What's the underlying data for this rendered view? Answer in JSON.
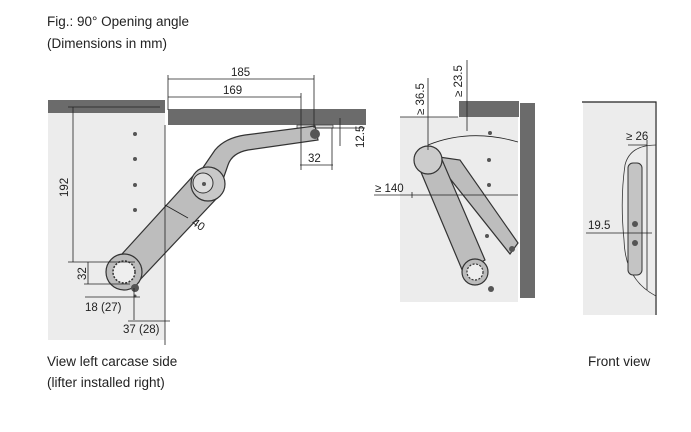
{
  "figure": {
    "title": "Fig.: 90° Opening angle",
    "subtitle": "(Dimensions in mm)"
  },
  "views": {
    "side_label_1": "View left carcase side",
    "side_label_2": "(lifter installed right)",
    "front_label": "Front view"
  },
  "dimensions": {
    "d185": "185",
    "d169": "169",
    "d12_5": "12.5",
    "d32_top": "32",
    "d192": "192",
    "d40": "40",
    "d32_bottom": "32",
    "d18_27": "18 (27)",
    "d37_28": "37 (28)",
    "d36_5": "≥ 36.5",
    "d23_5": "≥ 23.5",
    "d140": "≥ 140",
    "d26": "≥ 26",
    "d19_5": "19.5"
  }
}
